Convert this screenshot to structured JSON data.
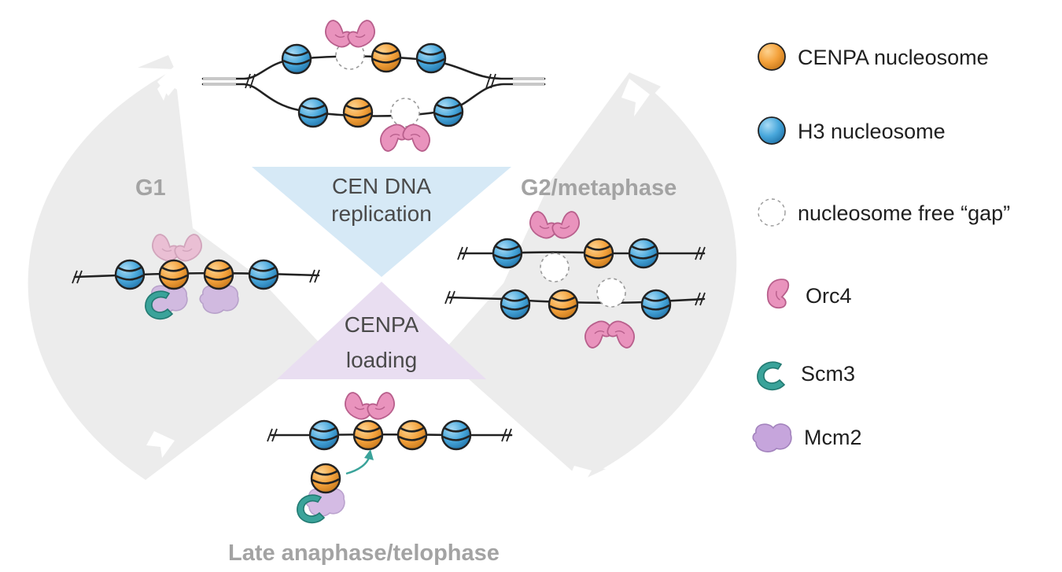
{
  "colors": {
    "cenpa": "#f4a23c",
    "h3": "#49a8dc",
    "orc4": "#e993bd",
    "scm3": "#3aa39a",
    "mcm2": "#c6a5dc",
    "cycle": "#ececec",
    "replication_triangle": "#d6e9f6",
    "loading_triangle": "#e9def1"
  },
  "phases": {
    "g1": "G1",
    "g2": "G2/metaphase",
    "late": "Late anaphase/telophase"
  },
  "center": {
    "replication_line1": "CEN DNA",
    "replication_line2": "replication",
    "loading_line1": "CENPA",
    "loading_line2": "loading"
  },
  "legend": {
    "cenpa": "CENPA nucleosome",
    "h3": "H3 nucleosome",
    "gap": "nucleosome free “gap”",
    "orc4": "Orc4",
    "scm3": "Scm3",
    "mcm2": "Mcm2"
  },
  "icons": [
    "cenpa-nucleosome-icon",
    "h3-nucleosome-icon",
    "gap-icon",
    "orc4-icon",
    "scm3-icon",
    "mcm2-icon"
  ]
}
